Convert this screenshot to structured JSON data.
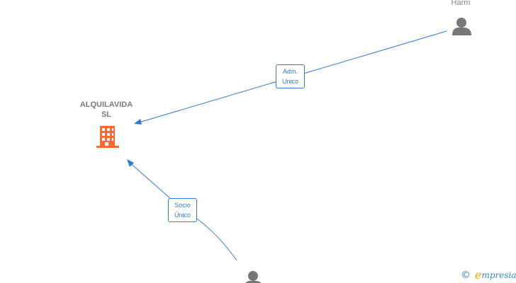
{
  "nodes": {
    "company": {
      "label_line1": "ALQUILAVIDA",
      "label_line2": "SL",
      "icon": "building-icon",
      "color": "#ff6a2f"
    },
    "person_top": {
      "label": "Harm",
      "icon": "person-icon",
      "color": "#777777"
    },
    "person_bottom": {
      "label": "",
      "icon": "person-icon",
      "color": "#777777"
    }
  },
  "edges": {
    "adm": {
      "line1": "Adm.",
      "line2": "Unico",
      "color": "#2f7ad3"
    },
    "socio": {
      "line1": "Socio",
      "line2": "Único",
      "color": "#2f7ad3"
    }
  },
  "brand": {
    "copyright_symbol": "©",
    "initial": "e",
    "rest": "mpresia",
    "initial_color": "#f5a400",
    "text_color": "#3b86c5"
  }
}
